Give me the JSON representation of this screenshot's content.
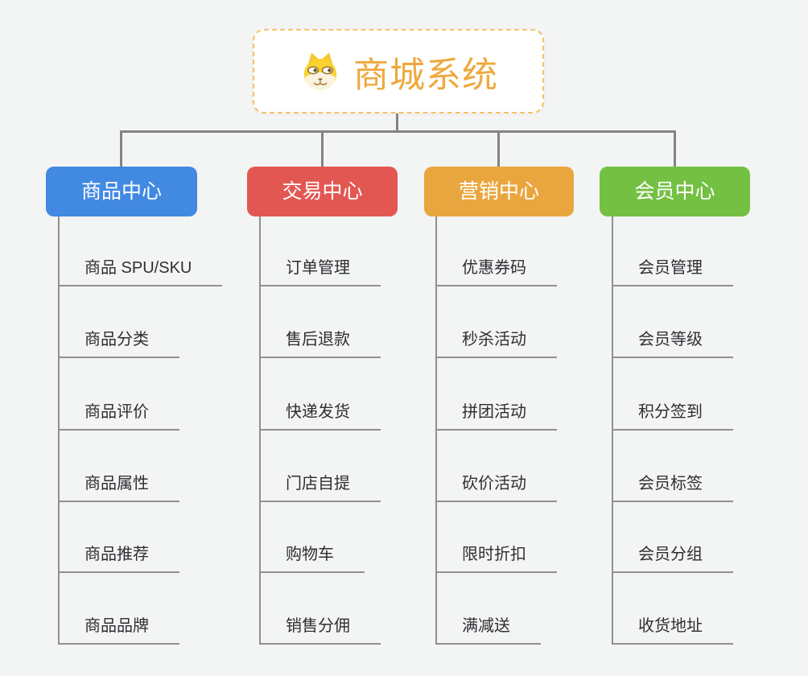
{
  "root": {
    "title": "商城系统",
    "icon": "shiba-dog-icon"
  },
  "branches": [
    {
      "label": "商品中心",
      "color": "#4289e2",
      "children": [
        "商品 SPU/SKU",
        "商品分类",
        "商品评价",
        "商品属性",
        "商品推荐",
        "商品品牌"
      ]
    },
    {
      "label": "交易中心",
      "color": "#e35753",
      "children": [
        "订单管理",
        "售后退款",
        "快递发货",
        "门店自提",
        "购物车",
        "销售分佣"
      ]
    },
    {
      "label": "营销中心",
      "color": "#eaa63e",
      "children": [
        "优惠券码",
        "秒杀活动",
        "拼团活动",
        "砍价活动",
        "限时折扣",
        "满减送"
      ]
    },
    {
      "label": "会员中心",
      "color": "#74c043",
      "children": [
        "会员管理",
        "会员等级",
        "积分签到",
        "会员标签",
        "会员分组",
        "收货地址"
      ]
    }
  ],
  "style_tokens": {
    "background": "#f3f4f4",
    "connector_color": "#848484",
    "underline_color": "#909090",
    "leaf_text_color": "#2e2e33",
    "root_accent_color": "#eea93e",
    "root_border_color": "#f6c16a"
  }
}
